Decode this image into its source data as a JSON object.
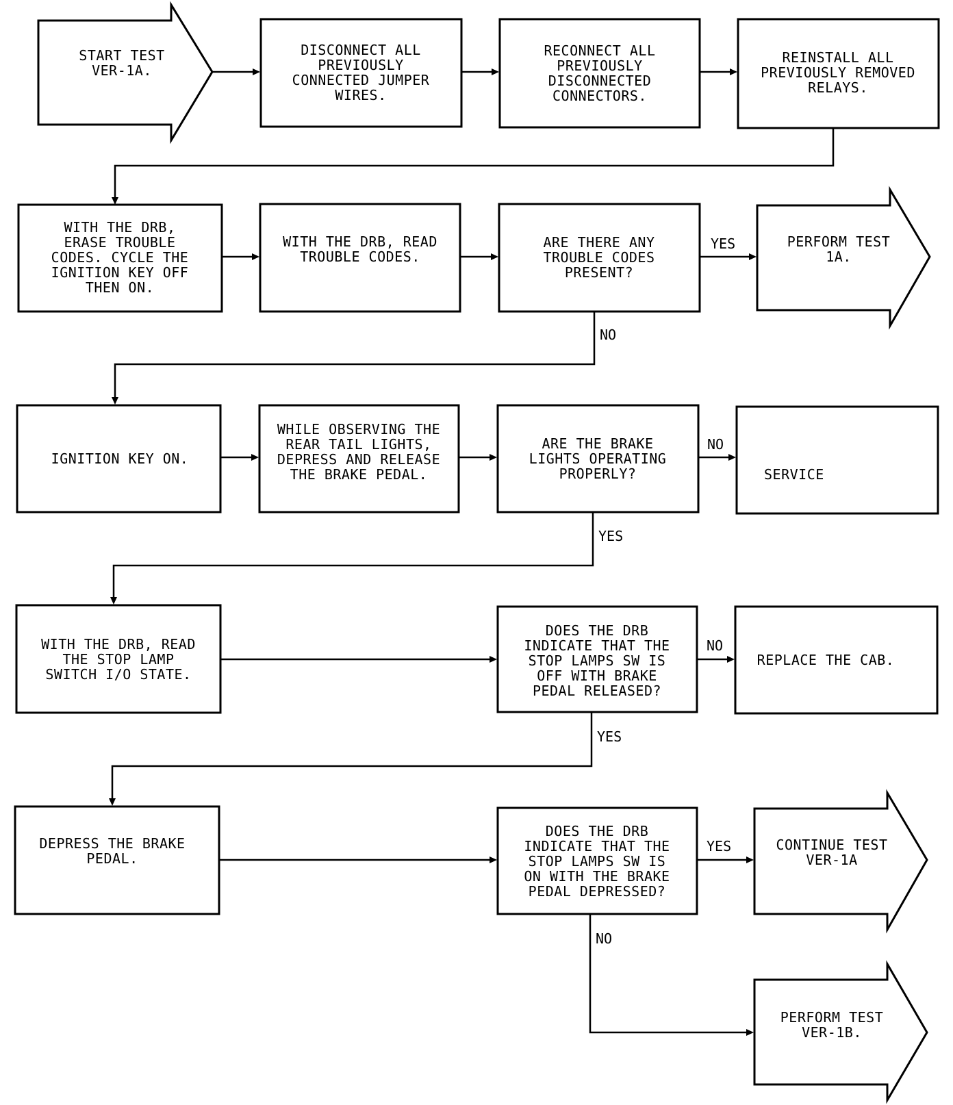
{
  "nodes": {
    "start": [
      "START TEST",
      "VER-1A."
    ],
    "disconnect_jumpers": [
      "DISCONNECT ALL",
      "PREVIOUSLY",
      "CONNECTED JUMPER",
      "WIRES."
    ],
    "reconnect_connectors": [
      "RECONNECT ALL",
      "PREVIOUSLY",
      "DISCONNECTED",
      "CONNECTORS."
    ],
    "reinstall_relays": [
      "REINSTALL ALL",
      "PREVIOUSLY REMOVED",
      "RELAYS."
    ],
    "erase_codes": [
      "WITH THE DRB,",
      "ERASE TROUBLE",
      "CODES. CYCLE THE",
      "IGNITION KEY OFF",
      "THEN ON."
    ],
    "read_codes": [
      "WITH THE DRB, READ",
      "TROUBLE CODES."
    ],
    "codes_present": [
      "ARE THERE ANY",
      "TROUBLE CODES",
      "PRESENT?"
    ],
    "perform_1a": [
      "PERFORM TEST",
      "1A."
    ],
    "ignition_on": [
      "IGNITION KEY ON."
    ],
    "observe_lights": [
      "WHILE OBSERVING THE",
      "REAR TAIL LIGHTS,",
      "DEPRESS AND RELEASE",
      "THE BRAKE PEDAL."
    ],
    "brake_lights_ok": [
      "ARE THE BRAKE",
      "LIGHTS OPERATING",
      "PROPERLY?"
    ],
    "service": [
      "SERVICE"
    ],
    "read_switch": [
      "WITH THE DRB, READ",
      "THE STOP LAMP",
      "SWITCH I/O STATE."
    ],
    "switch_off_released": [
      "DOES THE DRB",
      "INDICATE THAT THE",
      "STOP LAMPS SW IS",
      "OFF WITH BRAKE",
      "PEDAL RELEASED?"
    ],
    "replace_cab": [
      "REPLACE THE CAB."
    ],
    "depress_pedal": [
      "DEPRESS THE BRAKE",
      "PEDAL."
    ],
    "switch_on_depressed": [
      "DOES THE DRB",
      "INDICATE THAT THE",
      "STOP LAMPS SW IS",
      "ON WITH THE BRAKE",
      "PEDAL DEPRESSED?"
    ],
    "continue_1a": [
      "CONTINUE TEST",
      "VER-1A"
    ],
    "perform_1b": [
      "PERFORM TEST",
      "VER-1B."
    ]
  },
  "edge_labels": {
    "codes_yes": "YES",
    "codes_no": "NO",
    "lights_no": "NO",
    "lights_yes": "YES",
    "off_no": "NO",
    "off_yes": "YES",
    "on_yes": "YES",
    "on_no": "NO"
  }
}
